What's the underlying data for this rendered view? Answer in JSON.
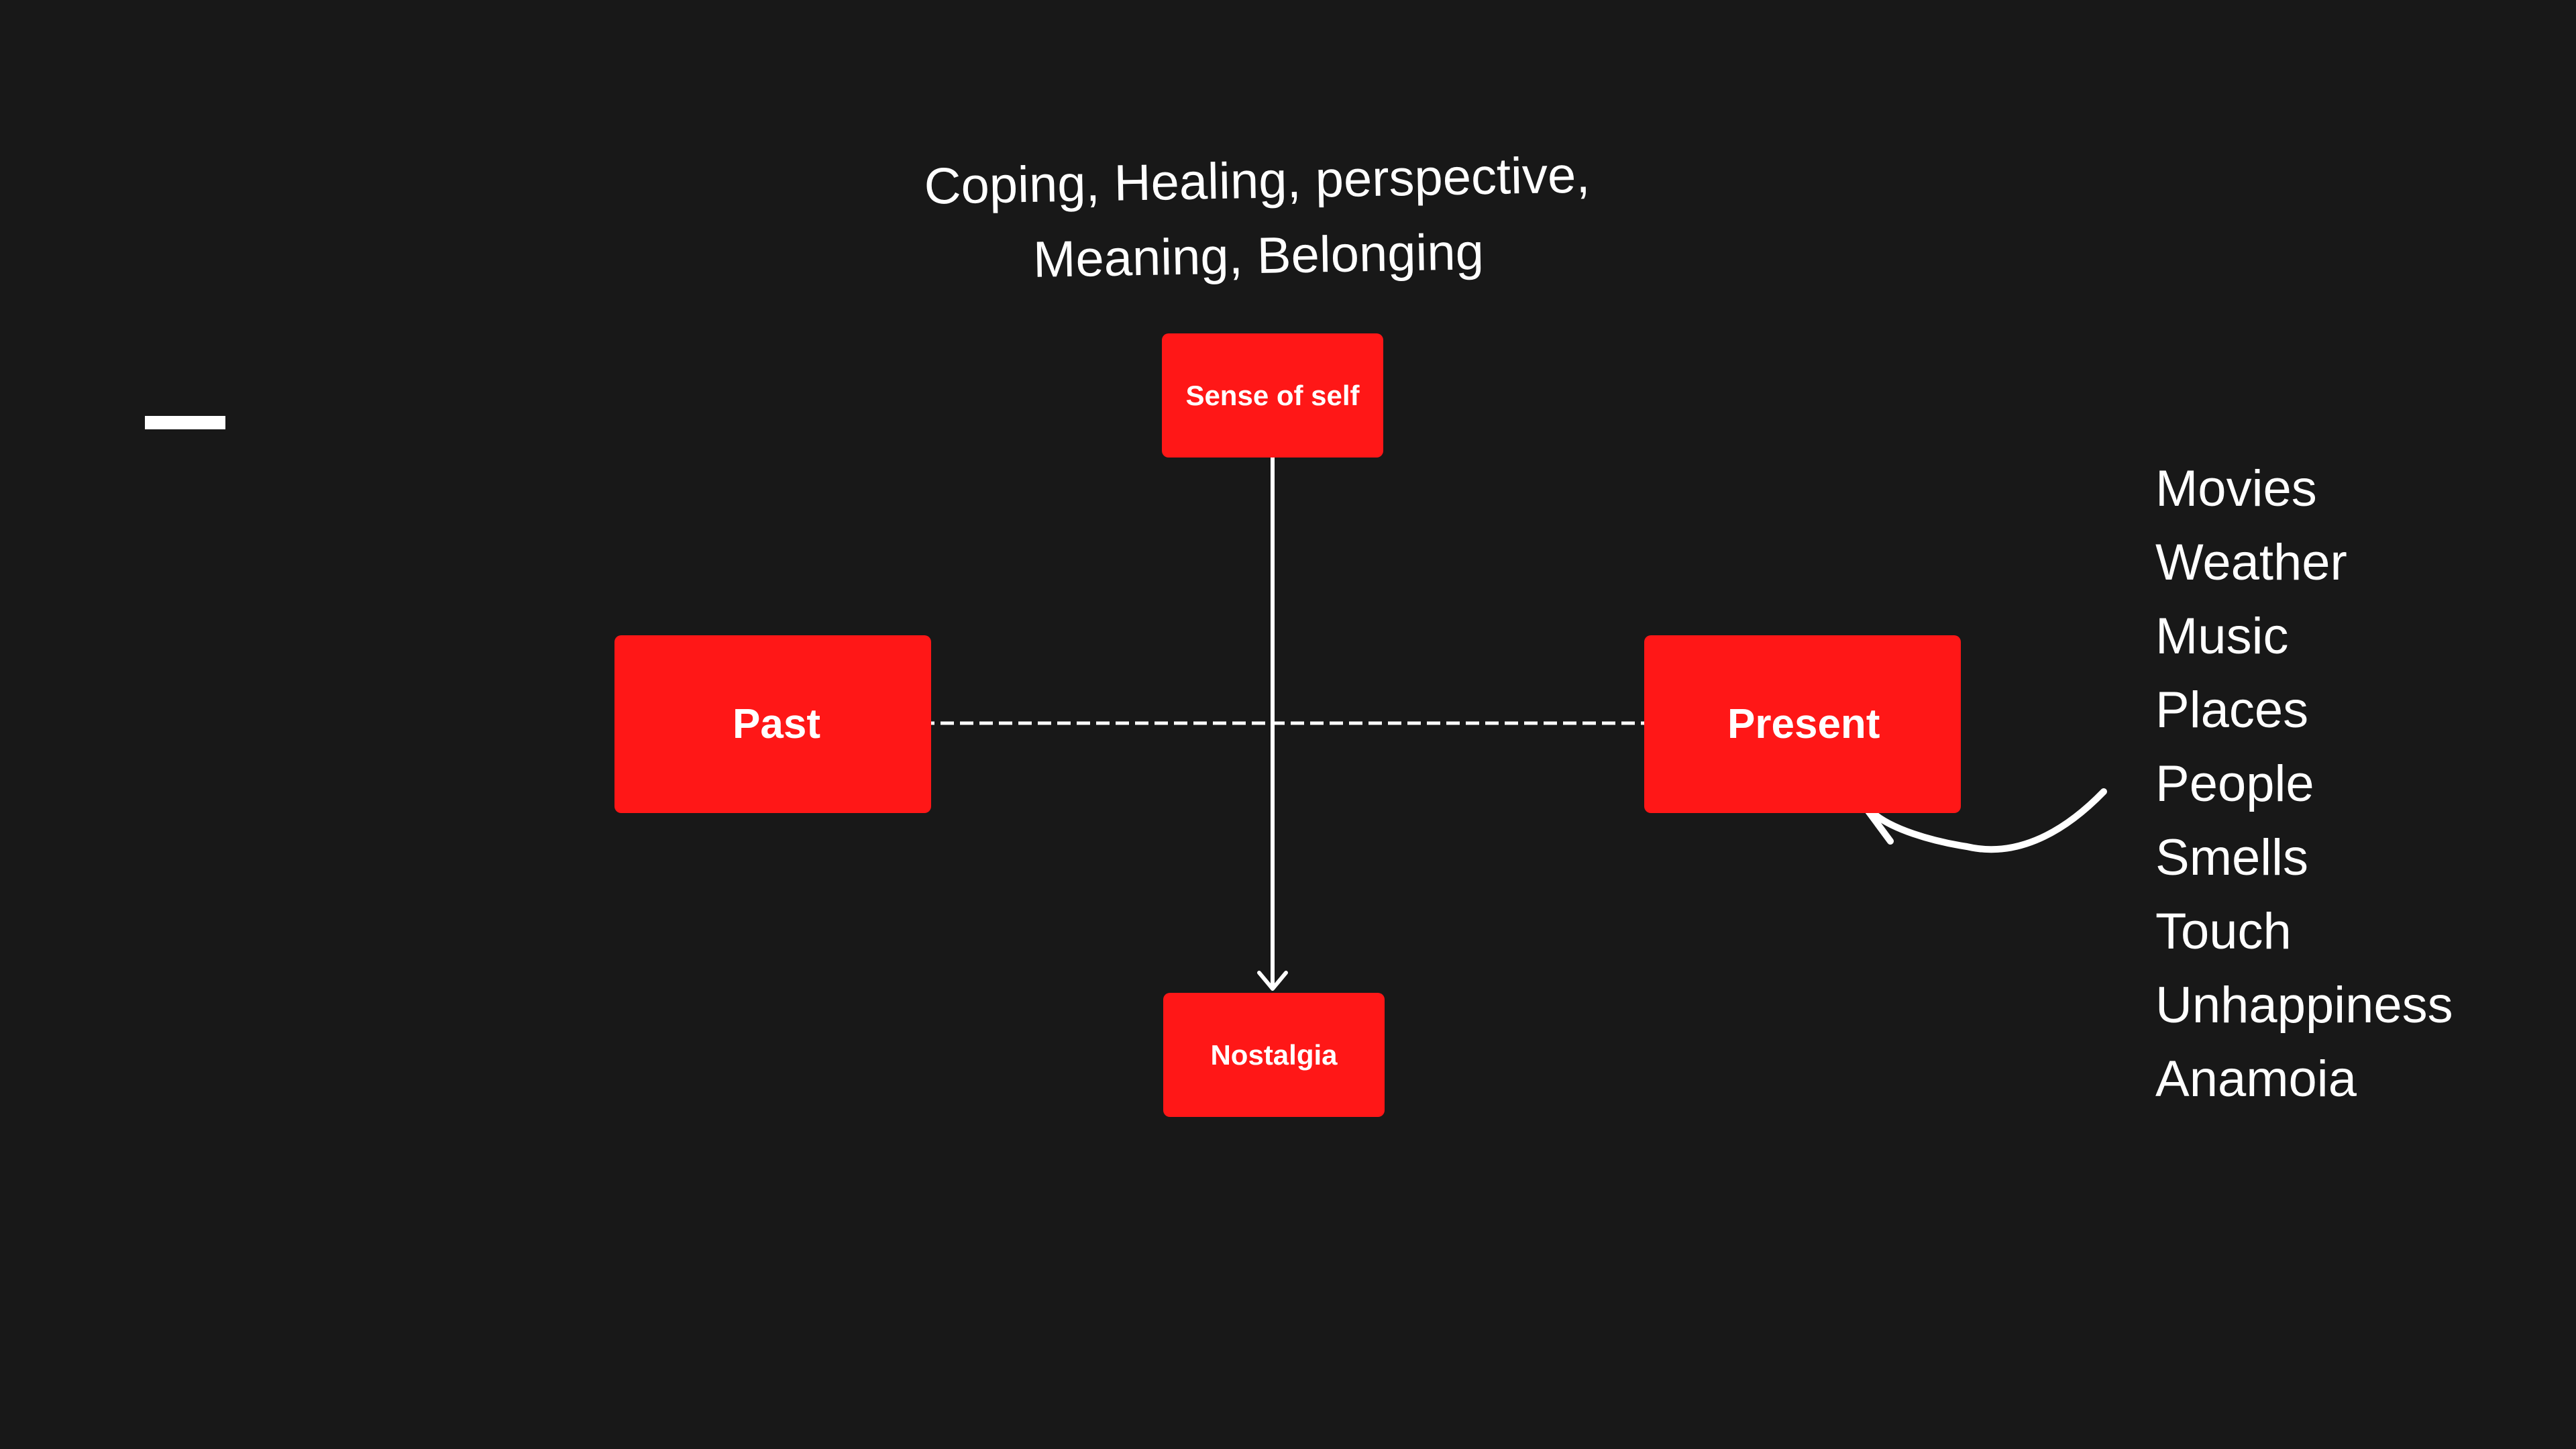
{
  "colors": {
    "background": "#181818",
    "box_fill": "#ff1717",
    "text": "#ffffff",
    "connector": "#ffffff"
  },
  "heading": {
    "line1": "Coping, Healing, perspective,",
    "line2": "Meaning, Belonging"
  },
  "nodes": {
    "sense_of_self": "Sense of self",
    "nostalgia": "Nostalgia",
    "past": "Past",
    "present": "Present"
  },
  "connectors": {
    "vertical": {
      "from": "sense_of_self",
      "to": "nostalgia",
      "style": "solid",
      "end": "arrow-icon"
    },
    "horizontal": {
      "from": "past",
      "to": "present",
      "style": "dashed",
      "ends": "dot-icon"
    },
    "curved": {
      "from": "word_list",
      "to": "present",
      "style": "solid",
      "end": "arrow-icon"
    }
  },
  "word_list": [
    "Movies",
    "Weather",
    "Music",
    "Places",
    "People",
    "Smells",
    "Touch",
    "Unhappiness",
    "Anamoia"
  ]
}
